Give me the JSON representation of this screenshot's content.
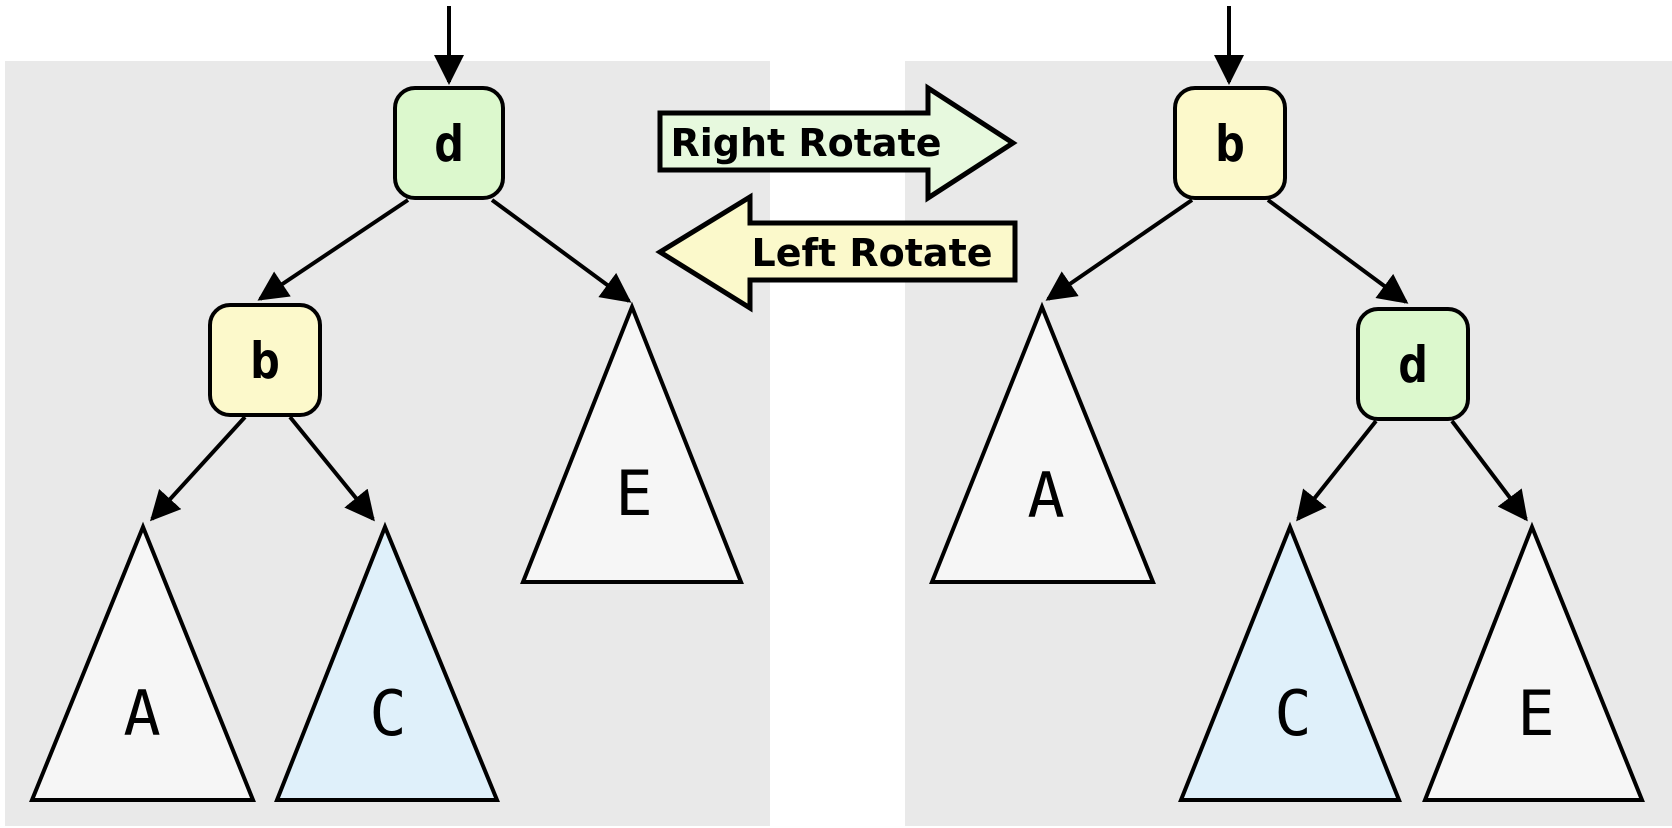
{
  "diagram": {
    "colors": {
      "panel_bg": "#e9e9e9",
      "node_green": "#dcf8cd",
      "node_yellow": "#fcf9cb",
      "subtree_gray": "#f6f6f6",
      "subtree_blue": "#dff0fa",
      "arrow_green_fill": "#e7f9de",
      "arrow_yellow_fill": "#fbf9cb",
      "outline": "#000000"
    },
    "left_tree": {
      "root_label": "d",
      "child_label": "b",
      "subtree_a": "A",
      "subtree_c": "C",
      "subtree_e": "E"
    },
    "right_tree": {
      "root_label": "b",
      "child_label": "d",
      "subtree_a": "A",
      "subtree_c": "C",
      "subtree_e": "E"
    },
    "rotate": {
      "right_label": "Right Rotate",
      "left_label": "Left Rotate"
    }
  }
}
